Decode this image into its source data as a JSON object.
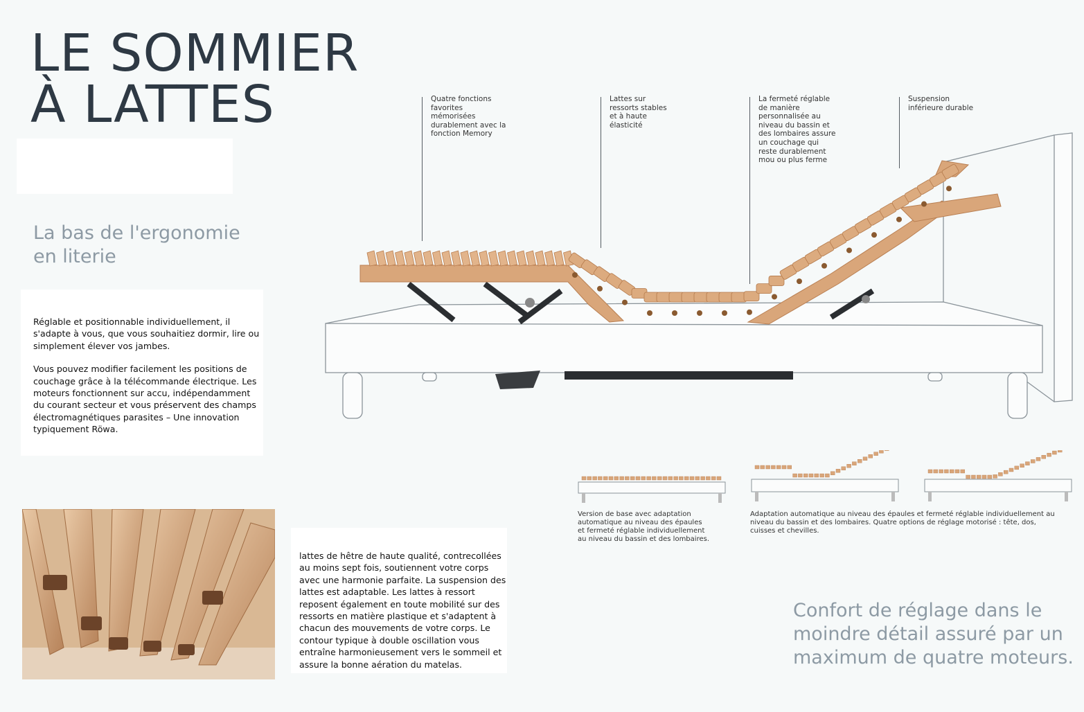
{
  "title": {
    "line1": "LE SOMMIER",
    "line2": "À LATTES"
  },
  "subtitle": {
    "line1": "La bas de l'ergonomie",
    "line2": "en literie"
  },
  "intro": {
    "p1": "Réglable et positionnable individuellement, il s'adapte à vous, que vous souhaitiez dormir, lire ou simplement élever vos jambes.",
    "p2": "Vous pouvez modifier facilement les positions de couchage grâce à la télécommande électrique. Les moteurs fonctionnent sur accu, indépendamment du courant secteur et vous préservent des champs électromagnétiques parasites – Une innovation typiquement Röwa."
  },
  "callouts": [
    {
      "text": "Quatre fonctions favorites mémorisées durablement avec la fonction Memory"
    },
    {
      "text": "Lattes sur ressorts stables et à haute élasticité"
    },
    {
      "text": "La fermeté réglable de manière personnalisée au niveau du bassin et des lombaires assure un couchage qui reste durablement mou ou plus ferme"
    },
    {
      "text": "Suspension inférieure durable"
    }
  ],
  "lattes_text": "lattes de hêtre de haute qualité, contrecollées au moins sept fois, soutiennent votre corps avec une harmonie parfaite. La suspension des lattes est adaptable. Les lattes à ressort reposent également en toute mobilité sur des ressorts en matière plastique et s'adaptent à chacun des mouvements de votre corps. Le contour typique à double oscillation vous entraîne harmonieusement vers le sommeil et assure la bonne aération du matelas.",
  "versions": {
    "base": "Version de base avec adaptation automatique au niveau des épaules et fermeté réglable individuellement au niveau du bassin et des lombaires.",
    "motorized": "Adaptation automatique au niveau des épaules et fermeté réglable individuellement au niveau du bassin et des lombaires. Quatre options de réglage motorisé : tête, dos, cuisses et chevilles."
  },
  "tagline": {
    "line1": "Confort de réglage dans le",
    "line2": "moindre détail assuré par un",
    "line3": "maximum de quatre moteurs."
  },
  "colors": {
    "wood": "#d9a67a",
    "wood_dark": "#b97f52",
    "frame": "#8a9399",
    "heading": "#2e3944",
    "subheading": "#8d9aa4"
  }
}
